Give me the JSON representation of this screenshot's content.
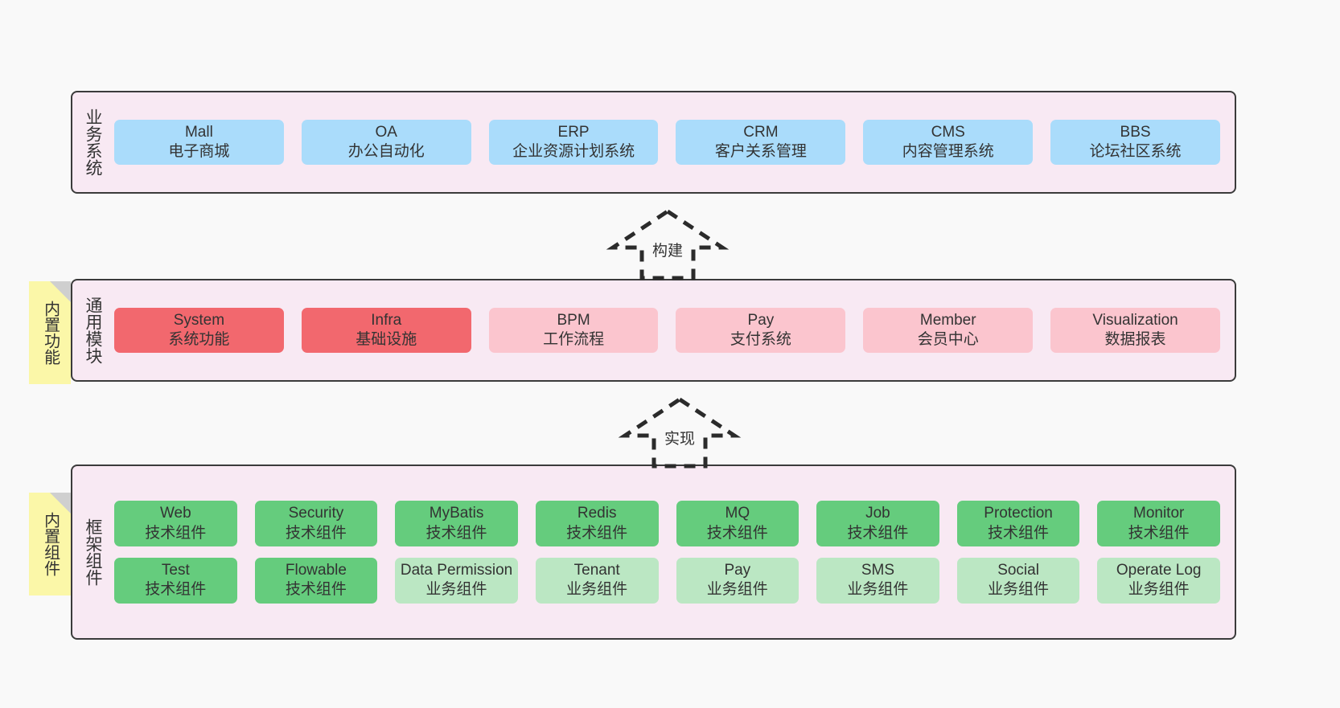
{
  "diagram": {
    "title": "",
    "background": "#f9f9f9",
    "colors": {
      "container_bg": "#f8e9f3",
      "container_border": "#3b3b3b",
      "business_card": "#aadcfb",
      "module_primary": "#f2686e",
      "module_secondary": "#fbc5ce",
      "framework_tech": "#65cc7d",
      "framework_business": "#bbe7c3",
      "note_bg": "#fbf7a8",
      "note_fold": "#cfcfcf",
      "text": "#333333"
    }
  },
  "layers": [
    {
      "key": "business",
      "title": "业务系统",
      "rows": [
        [
          {
            "name": "Mall",
            "desc": "电子商城",
            "style": "c-blue"
          },
          {
            "name": "OA",
            "desc": "办公自动化",
            "style": "c-blue"
          },
          {
            "name": "ERP",
            "desc": "企业资源计划系统",
            "style": "c-blue"
          },
          {
            "name": "CRM",
            "desc": "客户关系管理",
            "style": "c-blue"
          },
          {
            "name": "CMS",
            "desc": "内容管理系统",
            "style": "c-blue"
          },
          {
            "name": "BBS",
            "desc": "论坛社区系统",
            "style": "c-blue"
          }
        ]
      ]
    },
    {
      "key": "modules",
      "title": "通用模块",
      "note": "内置功能",
      "rows": [
        [
          {
            "name": "System",
            "desc": "系统功能",
            "style": "c-red"
          },
          {
            "name": "Infra",
            "desc": "基础设施",
            "style": "c-red"
          },
          {
            "name": "BPM",
            "desc": "工作流程",
            "style": "c-pink"
          },
          {
            "name": "Pay",
            "desc": "支付系统",
            "style": "c-pink"
          },
          {
            "name": "Member",
            "desc": "会员中心",
            "style": "c-pink"
          },
          {
            "name": "Visualization",
            "desc": "数据报表",
            "style": "c-pink"
          }
        ]
      ]
    },
    {
      "key": "framework",
      "title": "框架组件",
      "note": "内置组件",
      "rows": [
        [
          {
            "name": "Web",
            "desc": "技术组件",
            "style": "c-green"
          },
          {
            "name": "Security",
            "desc": "技术组件",
            "style": "c-green"
          },
          {
            "name": "MyBatis",
            "desc": "技术组件",
            "style": "c-green"
          },
          {
            "name": "Redis",
            "desc": "技术组件",
            "style": "c-green"
          },
          {
            "name": "MQ",
            "desc": "技术组件",
            "style": "c-green"
          },
          {
            "name": "Job",
            "desc": "技术组件",
            "style": "c-green"
          },
          {
            "name": "Protection",
            "desc": "技术组件",
            "style": "c-green"
          },
          {
            "name": "Monitor",
            "desc": "技术组件",
            "style": "c-green"
          }
        ],
        [
          {
            "name": "Test",
            "desc": "技术组件",
            "style": "c-green"
          },
          {
            "name": "Flowable",
            "desc": "技术组件",
            "style": "c-green"
          },
          {
            "name": "Data Permission",
            "desc": "业务组件",
            "style": "c-greenlight"
          },
          {
            "name": "Tenant",
            "desc": "业务组件",
            "style": "c-greenlight"
          },
          {
            "name": "Pay",
            "desc": "业务组件",
            "style": "c-greenlight"
          },
          {
            "name": "SMS",
            "desc": "业务组件",
            "style": "c-greenlight"
          },
          {
            "name": "Social",
            "desc": "业务组件",
            "style": "c-greenlight"
          },
          {
            "name": "Operate Log",
            "desc": "业务组件",
            "style": "c-greenlight"
          }
        ]
      ]
    }
  ],
  "arrows": [
    {
      "key": "build",
      "label": "构建"
    },
    {
      "key": "implement",
      "label": "实现"
    }
  ]
}
